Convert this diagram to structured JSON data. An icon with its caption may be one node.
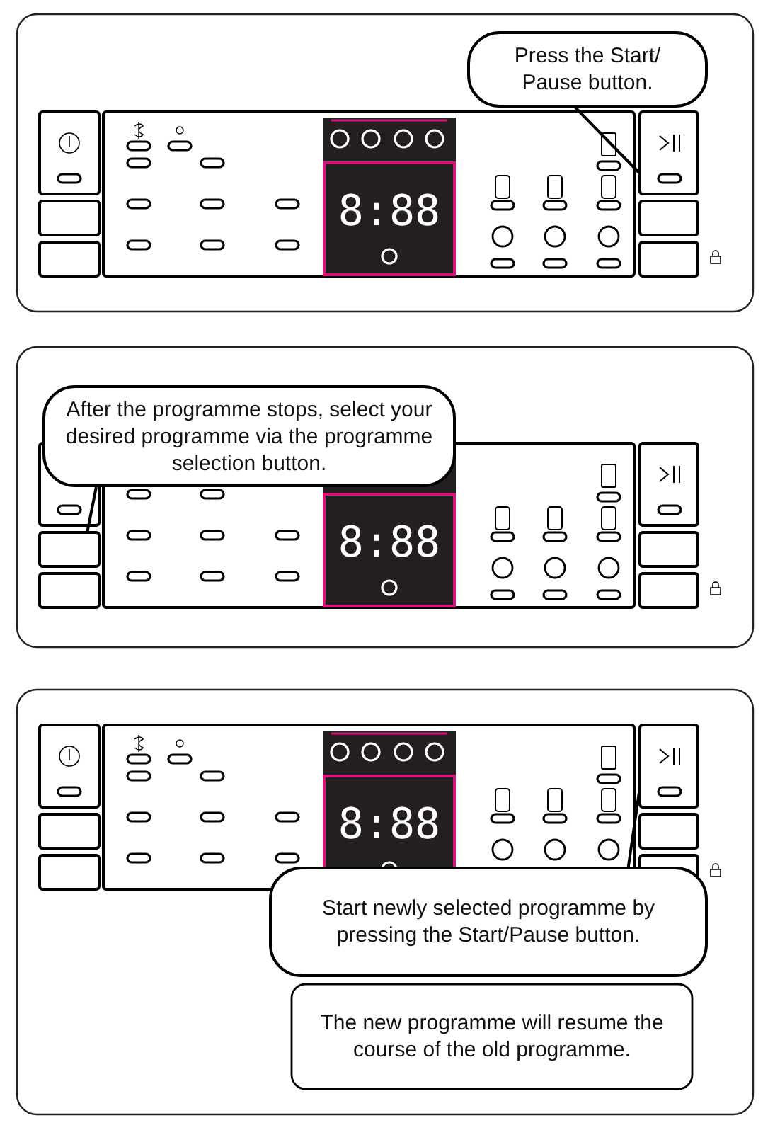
{
  "diagram": {
    "nodes": [
      {
        "text": [
          "Press the Start/ Pause button."
        ]
      },
      {
        "text": [],
        "shape": "box"
      },
      {
        "text": [
          "After the programme stops, select your desired programme via the programme selection button."
        ]
      },
      {
        "text": [],
        "shape": "box"
      },
      {
        "text": [
          "Start newly selected programme by pressing the Start/Pause button."
        ]
      },
      {
        "text": [],
        "shape": "box"
      },
      {
        "text": [
          "The new programme will resume the course of the old programme."
        ]
      }
    ],
    "edges": [
      {
        "from": 0,
        "to": 1,
        "arrow": "none"
      },
      {
        "from": 2,
        "to": 3,
        "arrow": "none"
      },
      {
        "from": 4,
        "to": 5,
        "arrow": "none"
      }
    ],
    "labels": [
      "8:88",
      "8:88",
      "8:88"
    ]
  }
}
